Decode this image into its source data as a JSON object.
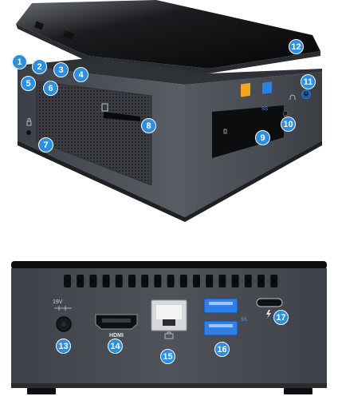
{
  "colors": {
    "callout": "#2d8fe0",
    "chassis": "#4a4e55",
    "lid": "#0e0f11",
    "usb_blue": "#2f7fe6",
    "usb_yellow": "#f2a81d",
    "power_led": "#1f7fe8"
  },
  "callouts": {
    "c1": "1",
    "c2": "2",
    "c3": "3",
    "c4": "4",
    "c5": "5",
    "c6": "6",
    "c7": "7",
    "c8": "8",
    "c9": "9",
    "c10": "10",
    "c11": "11",
    "c12": "12",
    "c13": "13",
    "c14": "14",
    "c15": "15",
    "c16": "16",
    "c17": "17"
  },
  "labels": {
    "voltage": "19V",
    "hdmi": "HDMI",
    "superspeed": "SS"
  },
  "icons": {
    "kensington_lock": "lock-icon",
    "sd_card": "sd-card-icon",
    "headset": "headset-icon",
    "power": "power-icon",
    "ethernet": "ethernet-icon",
    "thunderbolt": "thunderbolt-icon",
    "dc_polarity": "dc-polarity-icon",
    "usb_superspeed": "usb-superspeed-icon"
  }
}
